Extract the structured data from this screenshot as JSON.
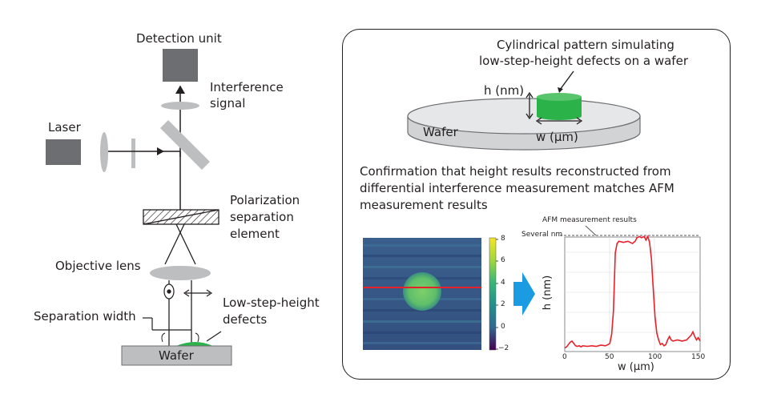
{
  "left": {
    "detection_unit": "Detection unit",
    "interference_signal_line1": "Interference",
    "interference_signal_line2": "signal",
    "laser": "Laser",
    "polarization_line1": "Polarization",
    "polarization_line2": "separation",
    "polarization_line3": "element",
    "objective_lens": "Objective lens",
    "separation_width": "Separation width",
    "defects_line1": "Low-step-height",
    "defects_line2": "defects",
    "wafer": "Wafer"
  },
  "right": {
    "pattern_title_line1": "Cylindrical pattern simulating",
    "pattern_title_line2": "low-step-height defects on a wafer",
    "h_label": "h (nm)",
    "wafer_label": "Wafer",
    "w_label": "w (μm)",
    "confirm_line1": "Confirmation that height results reconstructed from",
    "confirm_line2": "differential interference measurement matches AFM",
    "confirm_line3": "measurement results"
  },
  "colorbar": {
    "ticks": [
      "8",
      "6",
      "4",
      "2",
      "0",
      "−2"
    ]
  },
  "colors": {
    "gray_block": "#6d6e71",
    "lens_gray": "#bcbec0",
    "green": "#2bb34a",
    "arrow_blue": "#1b9ce2",
    "profile_red": "#e8202a",
    "scan_line_red": "#e8202a"
  },
  "chart_data": {
    "type": "line",
    "title": "AFM measurement results",
    "annotation": "Several nm",
    "xlabel": "w (μm)",
    "ylabel": "h (nm)",
    "xlim": [
      0,
      150
    ],
    "x_ticks": [
      "0",
      "50",
      "100",
      "150"
    ],
    "series": [
      {
        "x": [
          0,
          2,
          4,
          6,
          8,
          10,
          12,
          14,
          16,
          18,
          20,
          25,
          30,
          35,
          40,
          45,
          48,
          50,
          52,
          54,
          56,
          58,
          60,
          65,
          70,
          75,
          78,
          80,
          83,
          85,
          88,
          90,
          92,
          94,
          96,
          98,
          100,
          102,
          104,
          106,
          108,
          110,
          112,
          114,
          116,
          118,
          120,
          125,
          130,
          135,
          140,
          142,
          144,
          146,
          148,
          150
        ],
        "y": [
          0.3,
          0.4,
          0.6,
          0.8,
          0.9,
          0.7,
          0.5,
          0.45,
          0.5,
          0.4,
          0.5,
          0.45,
          0.5,
          0.45,
          0.55,
          0.5,
          0.6,
          0.7,
          1.5,
          3.5,
          8.5,
          9.3,
          9.5,
          9.4,
          9.5,
          9.3,
          9.5,
          9.8,
          9.9,
          9.8,
          9.9,
          9.6,
          9.9,
          9.4,
          8.0,
          5.5,
          3.0,
          1.6,
          1.0,
          0.6,
          0.7,
          0.5,
          0.6,
          1.0,
          1.3,
          1.0,
          0.9,
          1.0,
          0.9,
          1.0,
          1.4,
          1.7,
          1.3,
          1.0,
          1.2,
          0.9
        ]
      }
    ],
    "ylim": [
      0,
      10
    ]
  }
}
